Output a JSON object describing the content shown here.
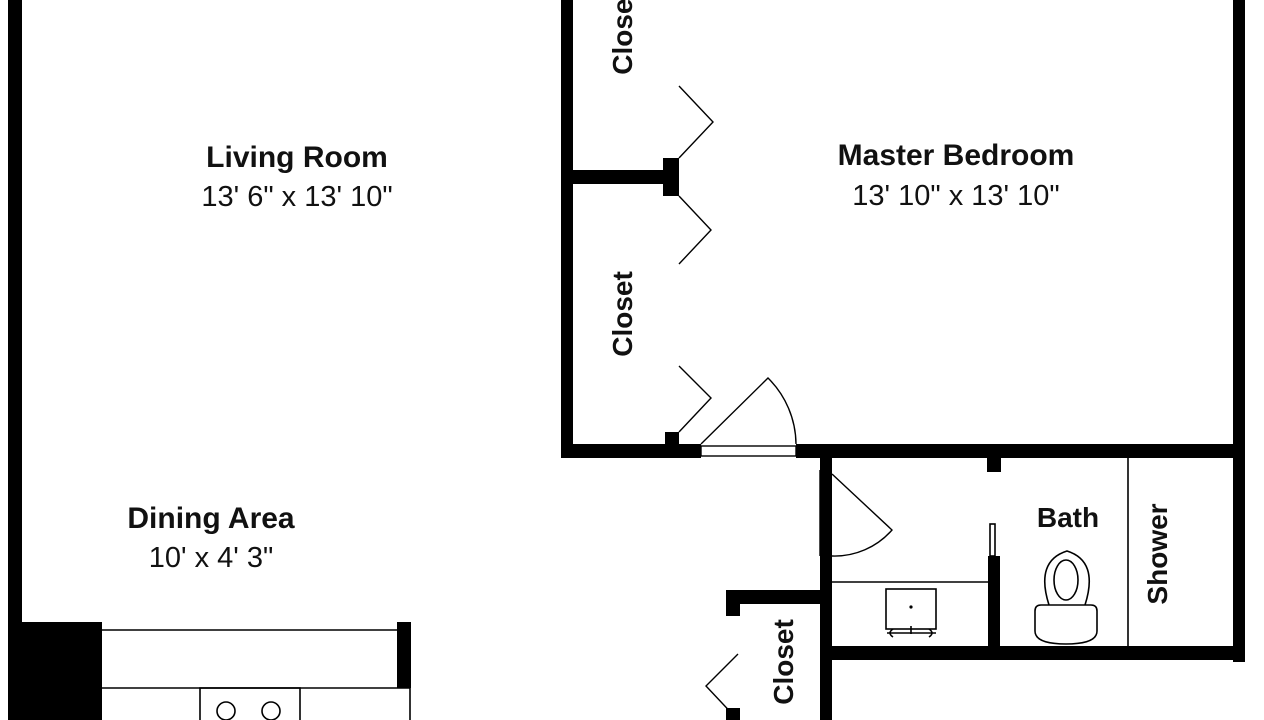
{
  "rooms": {
    "living": {
      "name": "Living Room",
      "dims": "13' 6\" x 13' 10\""
    },
    "master": {
      "name": "Master Bedroom",
      "dims": "13' 10\" x 13' 10\""
    },
    "dining": {
      "name": "Dining Area",
      "dims": "10' x 4' 3\""
    },
    "bath": {
      "name": "Bath"
    }
  },
  "labels": {
    "closet_top": "Closet",
    "closet_mid": "Closet",
    "closet_bottom": "Closet",
    "shower": "Shower"
  },
  "colors": {
    "wall": "#000000",
    "background": "#ffffff"
  }
}
